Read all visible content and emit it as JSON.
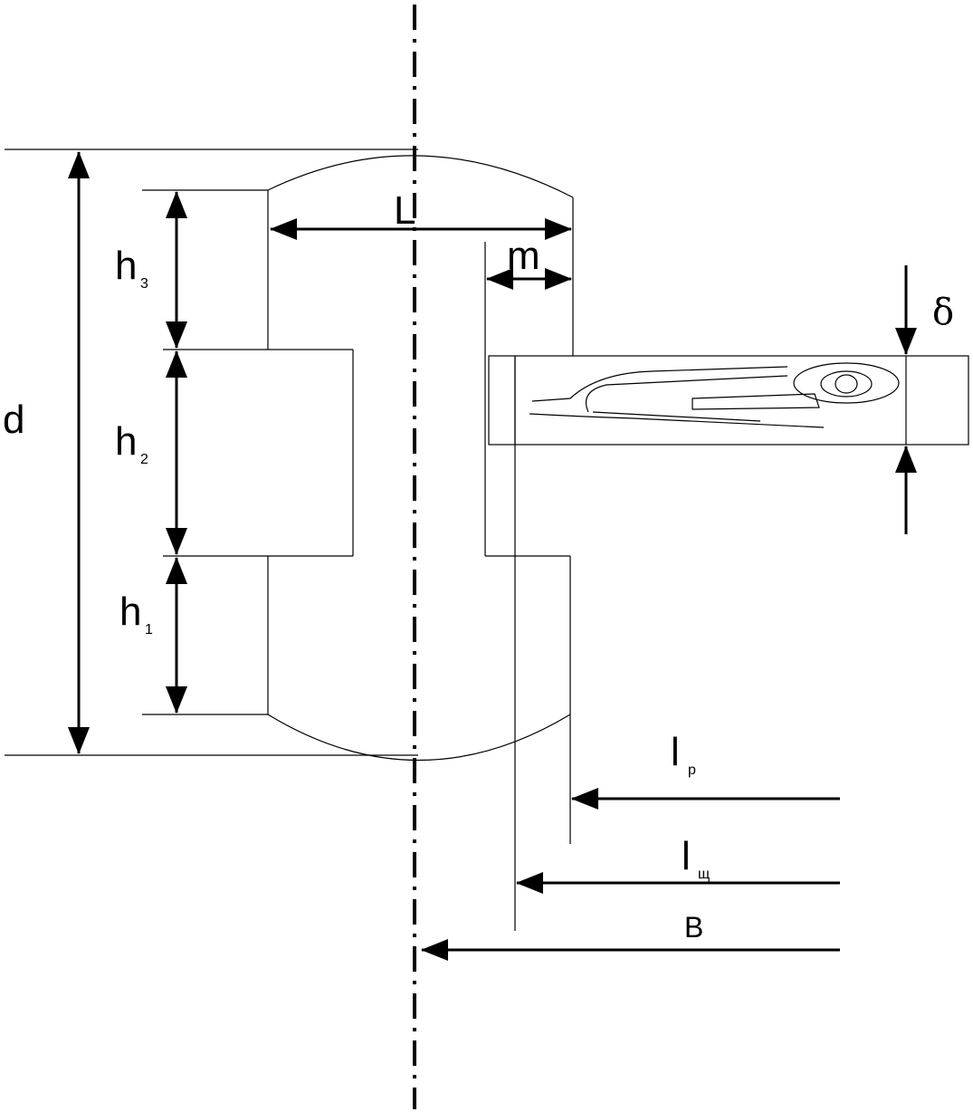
{
  "labels": {
    "d": "d",
    "h3_main": "h",
    "h3_sub": "3",
    "h2_main": "h",
    "h2_sub": "2",
    "h1_main": "h",
    "h1_sub": "1",
    "L": "L",
    "m": "m",
    "delta": "δ",
    "lp_main": "l",
    "lp_sub": "р",
    "lsh_main": "l",
    "lsh_sub": "щ",
    "B": "B"
  }
}
